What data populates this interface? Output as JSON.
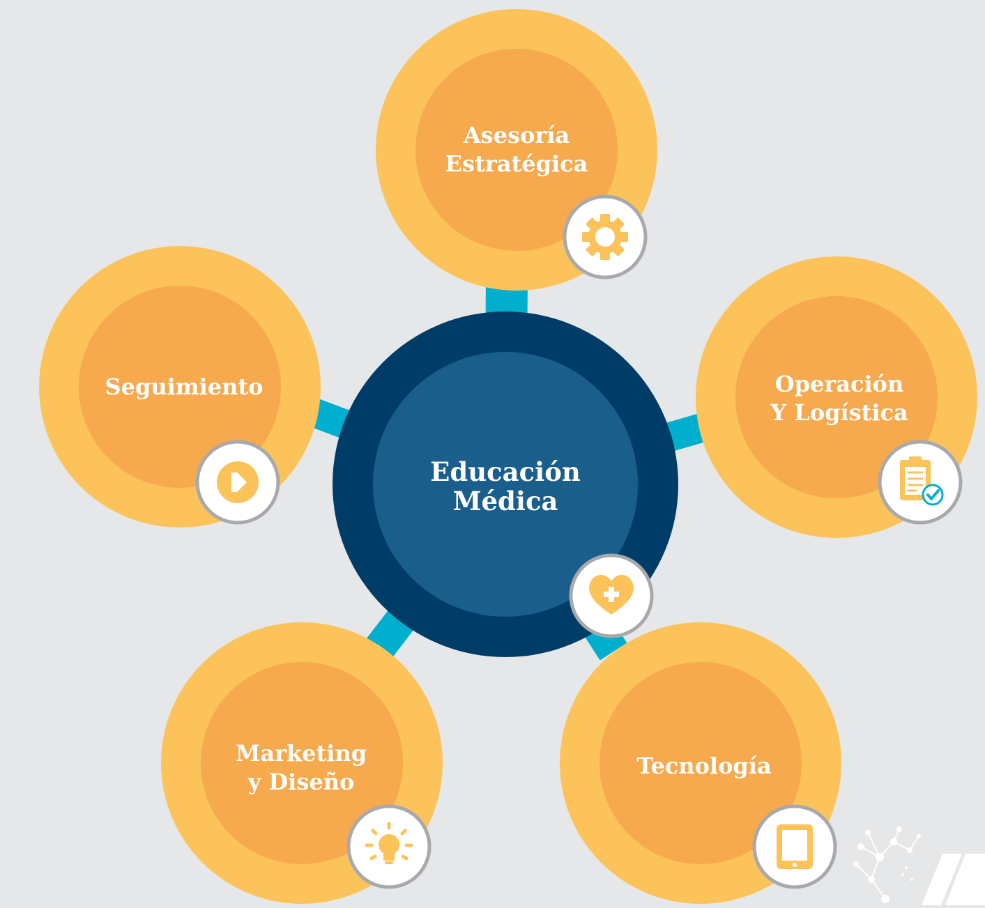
{
  "colors": {
    "background": "#e6e7e8",
    "outer_ring": "#fbc35a",
    "inner_circle": "#f6a94d",
    "hub_outer": "#003c68",
    "hub_inner": "#1a5f8c",
    "connector": "#00aecd",
    "badge_border": "#a7a9ac",
    "icon": "#fbc35a",
    "text": "#ffffff"
  },
  "center": {
    "line1": "Educación",
    "line2": "Médica",
    "icon": "heart-plus-icon"
  },
  "nodes": [
    {
      "id": "asesoria",
      "line1": "Asesoría",
      "line2": "Estratégica",
      "icon": "gear-icon"
    },
    {
      "id": "seguimiento",
      "line1": "Seguimiento",
      "line2": "",
      "icon": "arrow-right-icon"
    },
    {
      "id": "operacion",
      "line1": "Operación",
      "line2": "Y Logística",
      "icon": "clipboard-check-icon"
    },
    {
      "id": "marketing",
      "line1": "Marketing",
      "line2": "y Diseño",
      "icon": "lightbulb-icon"
    },
    {
      "id": "tecnologia",
      "line1": "Tecnología",
      "line2": "",
      "icon": "tablet-icon"
    }
  ],
  "logo": {
    "icon": "molecule-logo-icon"
  }
}
